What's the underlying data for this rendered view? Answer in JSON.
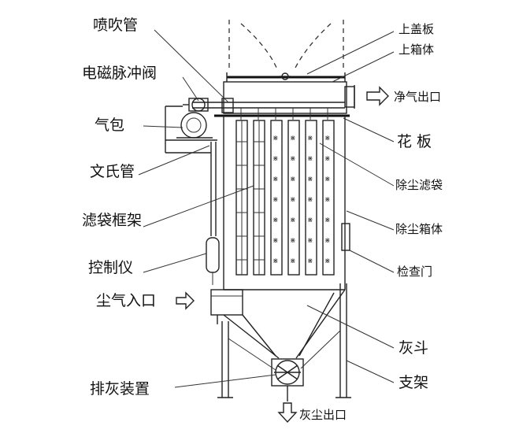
{
  "labels": {
    "blow_pipe": "喷吹管",
    "solenoid_valve": "电磁脉冲阀",
    "air_bag": "气包",
    "venturi": "文氏管",
    "bag_frame": "滤袋框架",
    "controller": "控制仪",
    "dust_inlet": "尘气入口",
    "ash_discharge_device": "排灰装置",
    "top_cover": "上盖板",
    "upper_box": "上箱体",
    "clean_outlet": "净气出口",
    "tube_sheet": "花 板",
    "filter_bag": "除尘滤袋",
    "dust_box": "除尘箱体",
    "inspection_door": "检查门",
    "ash_hopper": "灰斗",
    "support": "支架",
    "ash_outlet": "灰尘出口"
  }
}
